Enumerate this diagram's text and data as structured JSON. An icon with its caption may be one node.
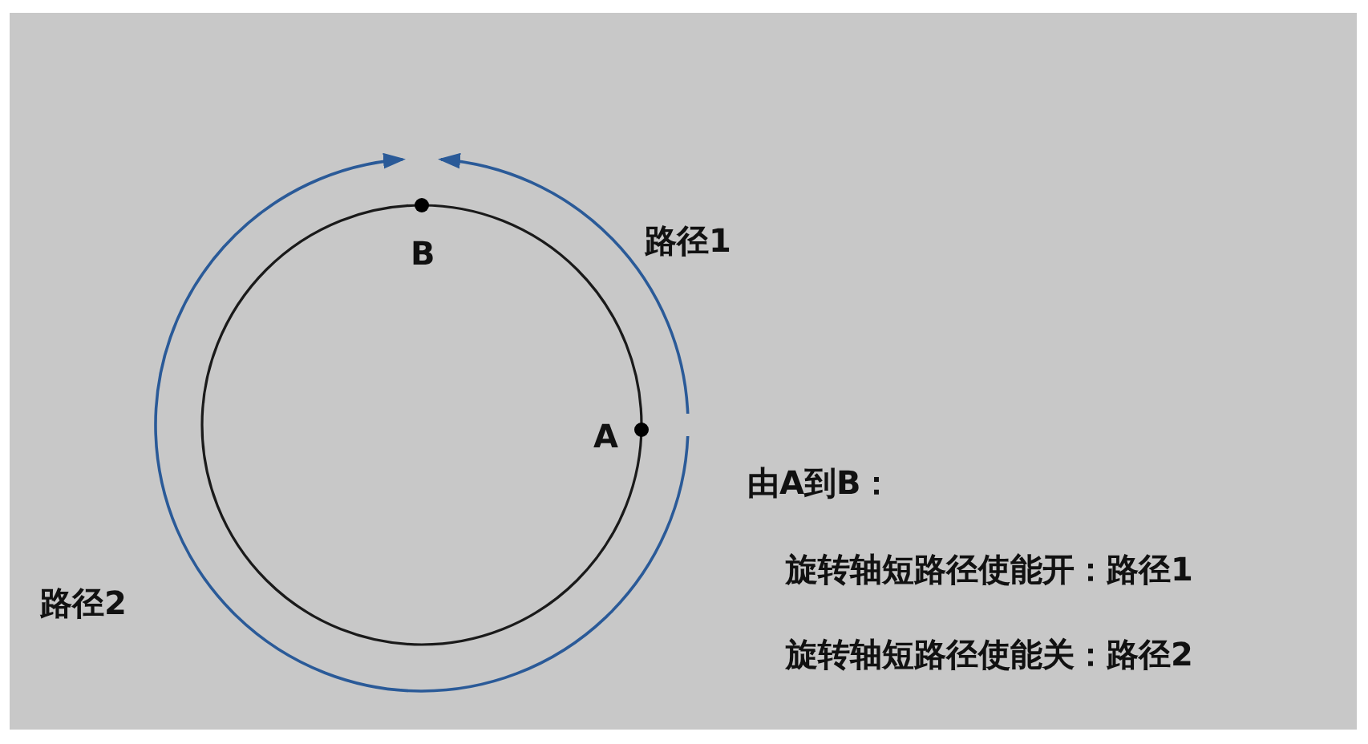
{
  "diagram": {
    "labels": [
      "B",
      "路径1",
      "A",
      "由A到B：",
      "旋转轴短路径使能开：路径1",
      "路径2",
      "旋转轴短路径使能关：路径2"
    ]
  }
}
